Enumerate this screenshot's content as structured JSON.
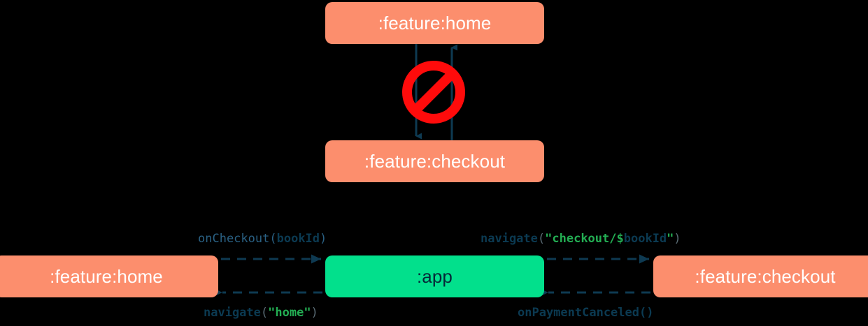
{
  "diagram": {
    "title": "module navigation dependency diagram",
    "background_color": "#000000",
    "colors": {
      "feature_module": "#FC8E6D",
      "app_module": "#02E08C",
      "arrow": "#0E3A52",
      "forbidden": "#FF0B0B",
      "feature_label": "#FFFFFF",
      "app_label": "#062838",
      "code_function": "#0B3A52",
      "code_string": "#23AE53",
      "code_paren": "#5A6B74"
    },
    "top_section": {
      "nodes": [
        {
          "id": "home-top",
          "label": ":feature:home",
          "type": "feature"
        },
        {
          "id": "checkout-top",
          "label": ":feature:checkout",
          "type": "feature"
        }
      ],
      "edges": [
        {
          "from": "home-top",
          "to": "checkout-top",
          "style": "solid",
          "direction": "down"
        },
        {
          "from": "checkout-top",
          "to": "home-top",
          "style": "solid",
          "direction": "up"
        }
      ],
      "annotation": {
        "icon": "no-entry-icon",
        "meaning": "forbidden direct dependency between feature modules"
      }
    },
    "bottom_section": {
      "nodes": [
        {
          "id": "home-bottom",
          "label": ":feature:home",
          "type": "feature"
        },
        {
          "id": "app",
          "label": ":app",
          "type": "app"
        },
        {
          "id": "checkout-bottom",
          "label": ":feature:checkout",
          "type": "feature"
        }
      ],
      "edges": [
        {
          "id": "home-to-app",
          "from": "home-bottom",
          "to": "app",
          "style": "dashed",
          "direction": "right",
          "label": "onCheckout(bookId)",
          "label_tokens": [
            {
              "text": "onCheckout",
              "kind": "plain"
            },
            {
              "text": "(",
              "kind": "plain"
            },
            {
              "text": "bookId",
              "kind": "arg"
            },
            {
              "text": ")",
              "kind": "plain"
            }
          ]
        },
        {
          "id": "app-to-checkout",
          "from": "app",
          "to": "checkout-bottom",
          "style": "dashed",
          "direction": "right",
          "label": "navigate(\"checkout/$bookId\")",
          "label_tokens": [
            {
              "text": "navigate",
              "kind": "fn"
            },
            {
              "text": "(",
              "kind": "paren"
            },
            {
              "text": "\"checkout/",
              "kind": "str"
            },
            {
              "text": "$",
              "kind": "str"
            },
            {
              "text": "bookId",
              "kind": "arg"
            },
            {
              "text": "\"",
              "kind": "str"
            },
            {
              "text": ")",
              "kind": "paren"
            }
          ]
        },
        {
          "id": "app-to-home",
          "from": "app",
          "to": "home-bottom",
          "style": "dashed",
          "direction": "left",
          "label": "navigate(\"home\")",
          "label_tokens": [
            {
              "text": "navigate",
              "kind": "fn"
            },
            {
              "text": "(",
              "kind": "paren"
            },
            {
              "text": "\"home\"",
              "kind": "str"
            },
            {
              "text": ")",
              "kind": "paren"
            }
          ]
        },
        {
          "id": "checkout-to-app",
          "from": "checkout-bottom",
          "to": "app",
          "style": "dashed",
          "direction": "left",
          "label": "onPaymentCanceled()",
          "label_tokens": [
            {
              "text": "onPaymentCanceled()",
              "kind": "fn"
            }
          ]
        }
      ]
    }
  }
}
